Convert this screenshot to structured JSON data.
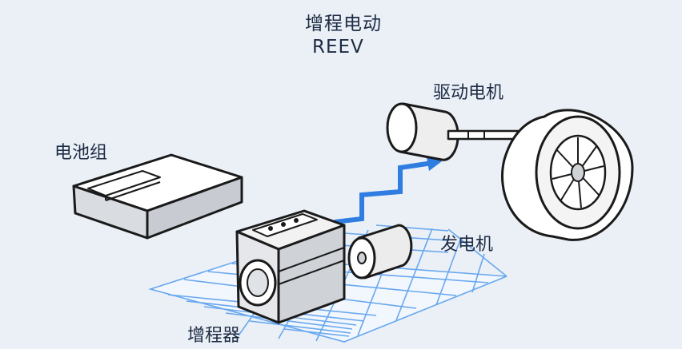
{
  "diagram": {
    "title": "增程电动",
    "subtitle": "REEV",
    "labels": {
      "drive_motor": "驱动电机",
      "battery": "电池组",
      "generator": "发电机",
      "range_extender": "增程器"
    },
    "colors": {
      "background": "#eaf0f6",
      "energy_flow": "#2f7de1",
      "grid": "#5aa0f0",
      "outline": "#1a1a1a",
      "text": "#1d2b44"
    }
  }
}
